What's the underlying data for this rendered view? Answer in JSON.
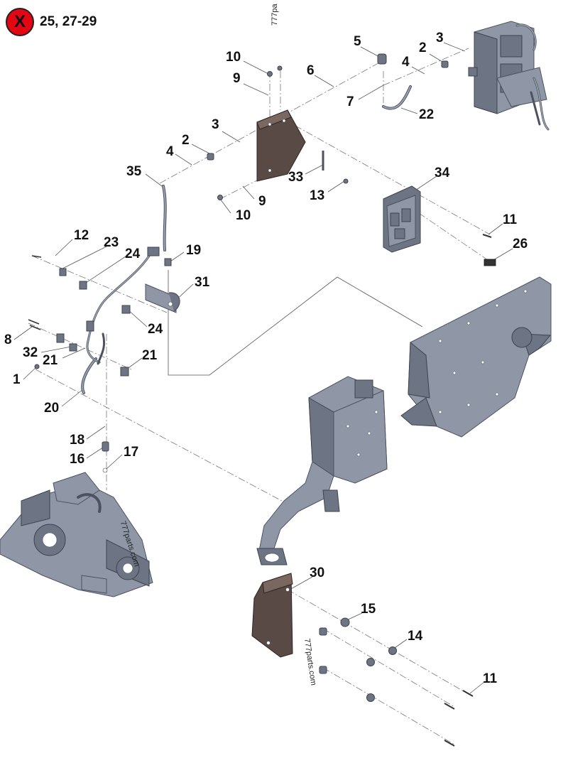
{
  "exclusion": {
    "icon": "x-circle-icon",
    "icon_glyph": "X",
    "icon_color": "#e30613",
    "text": "25, 27-29"
  },
  "watermarks": [
    "777pa",
    "777parts.com",
    "777parts.com"
  ],
  "callouts": {
    "c5": "5",
    "c3a": "3",
    "c2a": "2",
    "c4a": "4",
    "c10a": "10",
    "c9a": "9",
    "c6": "6",
    "c7": "7",
    "c22": "22",
    "c3b": "3",
    "c2b": "2",
    "c4b": "4",
    "c35": "35",
    "c33": "33",
    "c13": "13",
    "c9b": "9",
    "c10b": "10",
    "c34": "34",
    "c11a": "11",
    "c26": "26",
    "c12": "12",
    "c23": "23",
    "c24a": "24",
    "c19": "19",
    "c31": "31",
    "c24b": "24",
    "c8": "8",
    "c32": "32",
    "c21a": "21",
    "c21b": "21",
    "c1": "1",
    "c20": "20",
    "c18": "18",
    "c16": "16",
    "c17": "17",
    "c30": "30",
    "c15": "15",
    "c14": "14",
    "c11b": "11"
  },
  "colors": {
    "part_fill": "#8f97a6",
    "part_dark": "#6d7483",
    "bracket_brown": "#5a4a45",
    "leader_line": "#555555"
  }
}
